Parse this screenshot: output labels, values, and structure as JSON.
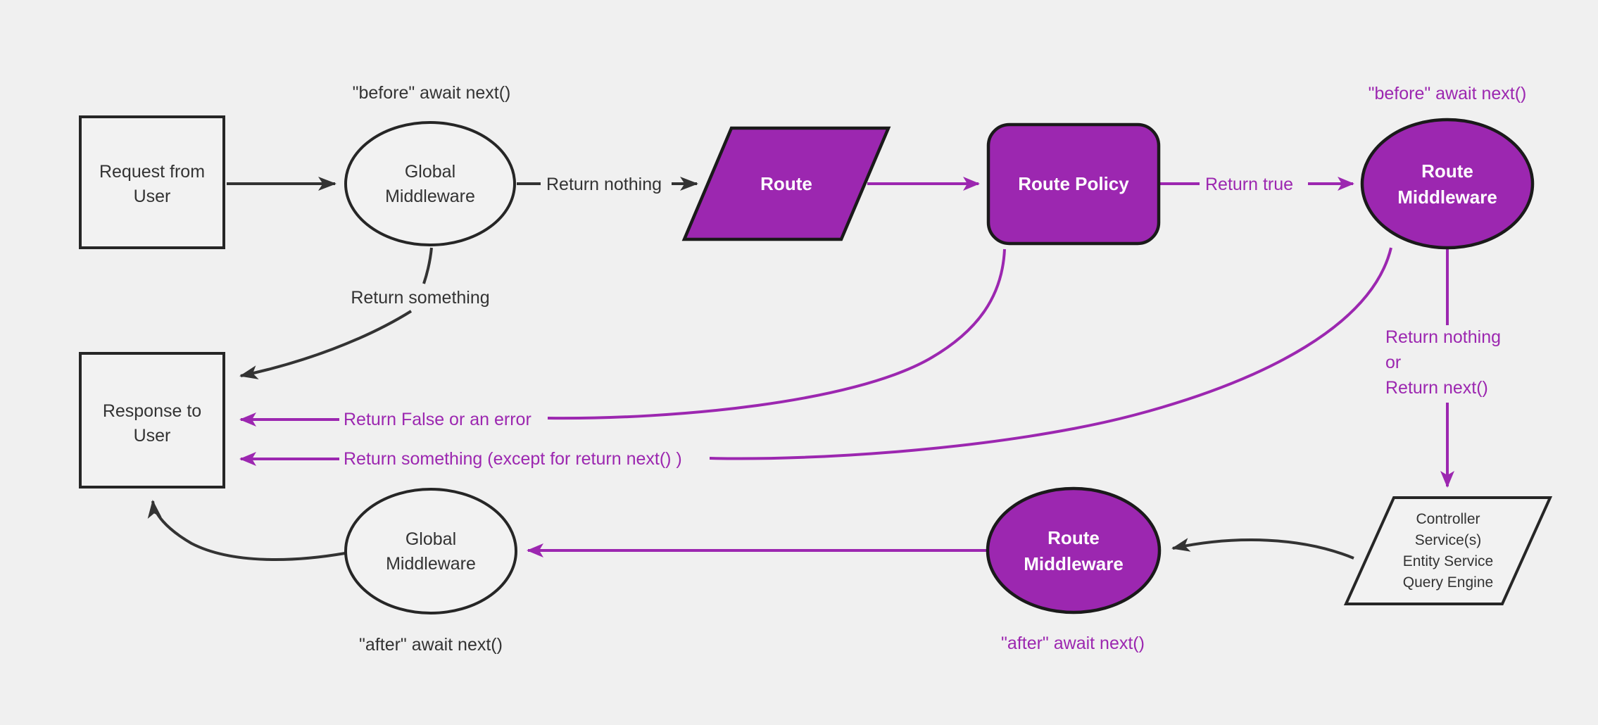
{
  "diagram": {
    "type": "flowchart",
    "description": "Request lifecycle through global middleware, route, route policy and route middleware to controller/services and back to the user response"
  },
  "colors": {
    "background": "#f0f0f0",
    "node_fill_light": "#f2f2f2",
    "node_border_dark": "#262626",
    "purple_node_border": "#1a1a1a",
    "accent_purple": "#9c27b0",
    "line_dark": "#333333",
    "text_dark": "#333333",
    "text_on_purple": "#ffffff"
  },
  "nodes": {
    "request_user": {
      "shape": "rectangle",
      "lines": [
        "Request from",
        "User"
      ]
    },
    "global_middleware_top": {
      "shape": "ellipse",
      "lines": [
        "Global",
        "Middleware"
      ]
    },
    "route": {
      "shape": "parallelogram",
      "label": "Route"
    },
    "route_policy": {
      "shape": "rounded-rectangle",
      "label": "Route Policy"
    },
    "route_middleware_top": {
      "shape": "ellipse",
      "lines": [
        "Route",
        "Middleware"
      ]
    },
    "controller_services": {
      "shape": "parallelogram",
      "lines": [
        "Controller",
        "Service(s)",
        "Entity Service",
        "Query Engine"
      ]
    },
    "route_middleware_bottom": {
      "shape": "ellipse",
      "lines": [
        "Route",
        "Middleware"
      ]
    },
    "global_middleware_bottom": {
      "shape": "ellipse",
      "lines": [
        "Global",
        "Middleware"
      ]
    },
    "response_user": {
      "shape": "rectangle",
      "lines": [
        "Response to",
        "User"
      ]
    }
  },
  "edge_labels": {
    "before_await_top_left": "\"before\" await next()",
    "return_nothing_top": "Return nothing",
    "return_true": "Return true",
    "before_await_top_right": "\"before\" await next()",
    "return_nothing_or": {
      "line1": "Return nothing",
      "line2": "or",
      "line3": "Return next()"
    },
    "after_await_bottom_right": "\"after\" await next()",
    "after_await_bottom_left": "\"after\" await next()",
    "return_something": "Return something",
    "return_false_or_error": "Return False or an error",
    "return_something_except": "Return something (except for return next() )"
  }
}
